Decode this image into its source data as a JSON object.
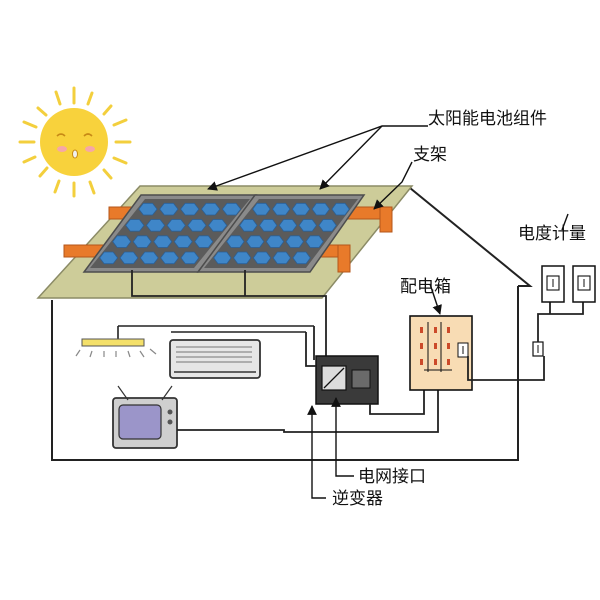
{
  "labels": {
    "solar_modules": "太阳能电池组件",
    "bracket": "支架",
    "meter": "电度计量",
    "distribution_box": "配电箱",
    "grid_interface": "电网接口",
    "inverter": "逆变器"
  },
  "colors": {
    "sun": "#f8d23c",
    "sun_rays": "#f3cf3d",
    "roof": "#cdcc99",
    "panel_frame": "#8a8a8a",
    "panel_cell": "#3f86c8",
    "bracket": "#e87a2a",
    "distribution_box": "#f8dcb4",
    "inverter_body": "#3a3a3a",
    "ac_unit": "#e6e6e6",
    "light": "#f4e06a",
    "tv_screen": "#9b95c9",
    "wire": "#222222"
  },
  "icons": [
    "sun-icon",
    "solar-panel-icon",
    "light-fixture-icon",
    "air-conditioner-icon",
    "tv-icon",
    "inverter-icon",
    "distribution-box-icon",
    "meter-icon",
    "outlet-icon"
  ]
}
